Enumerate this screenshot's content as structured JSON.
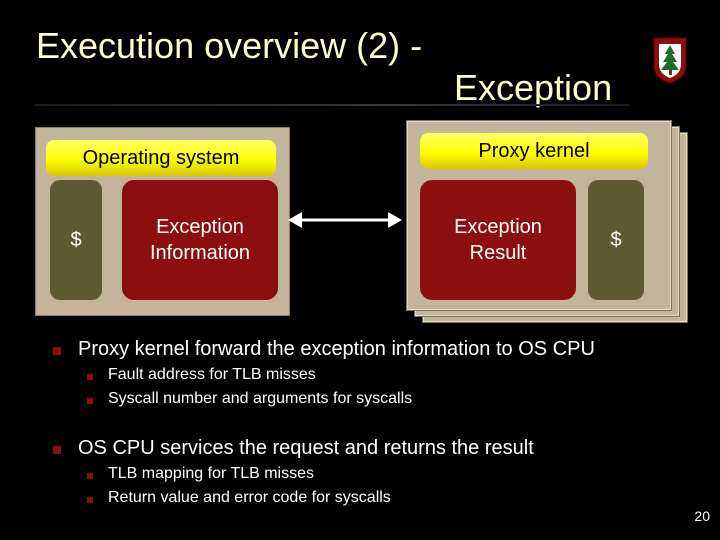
{
  "slide": {
    "title_line1": "Execution overview (2) -",
    "title_line2": "Exception",
    "page_number": "20"
  },
  "diagram": {
    "os": {
      "label": "Operating system",
      "cache_label": "$",
      "card_line1": "Exception",
      "card_line2": "Information"
    },
    "proxy": {
      "label": "Proxy kernel",
      "card_line1": "Exception",
      "card_line2": "Result",
      "cache_label": "$"
    }
  },
  "bullets": [
    {
      "text": "Proxy kernel forward the exception information to OS CPU",
      "sub": [
        "Fault address for TLB misses",
        "Syscall number and arguments for syscalls"
      ]
    },
    {
      "text": "OS CPU services the request and returns the result",
      "sub": [
        "TLB mapping for TLB misses",
        "Return value and error code for syscalls"
      ]
    }
  ],
  "colors": {
    "background": "#000000",
    "title": "#ffffcc",
    "panel": "#c2b59b",
    "label_yellow": "#ffff00",
    "card_red": "#8b0f10",
    "cache_olive": "#5c5a32"
  },
  "icons": {
    "logo": "stanford-tree-logo-icon"
  }
}
